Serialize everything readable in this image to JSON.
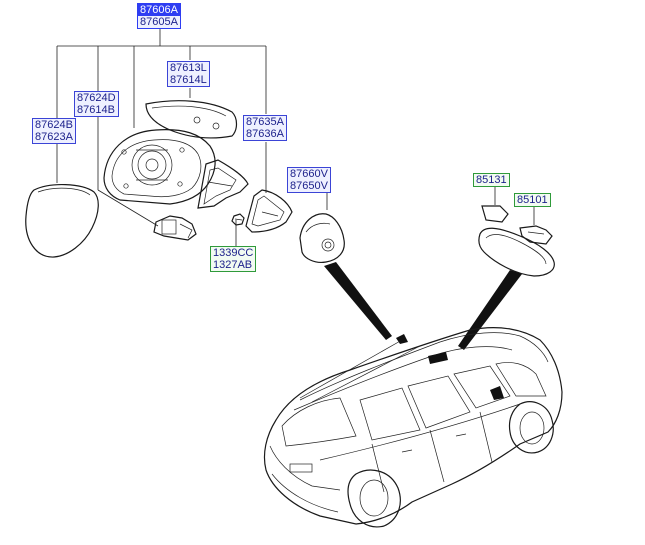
{
  "diagram": {
    "assembly_label": {
      "primary": "87606A",
      "secondary": "87605A"
    },
    "labels": [
      {
        "id": "mirror-glass-left",
        "lines": [
          "87624B",
          "87623A"
        ],
        "style": "blue"
      },
      {
        "id": "mirror-actuator",
        "lines": [
          "87624D",
          "87614B"
        ],
        "style": "blue"
      },
      {
        "id": "mirror-cover",
        "lines": [
          "87613L",
          "87614L"
        ],
        "style": "blue"
      },
      {
        "id": "mirror-cap",
        "lines": [
          "87635A",
          "87636A"
        ],
        "style": "blue"
      },
      {
        "id": "screw",
        "lines": [
          "1339CC",
          "1327AB"
        ],
        "style": "green"
      },
      {
        "id": "inside-cover",
        "lines": [
          "87660V",
          "87650V"
        ],
        "style": "blue"
      },
      {
        "id": "inside-mirror",
        "lines": [
          "85131"
        ],
        "style": "green"
      },
      {
        "id": "mirror-bracket",
        "lines": [
          "85101"
        ],
        "style": "green"
      }
    ]
  }
}
